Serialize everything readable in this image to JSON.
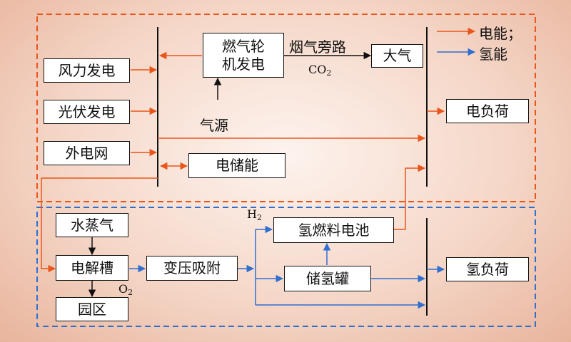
{
  "boxes": {
    "wind": "风力发电",
    "solar": "光伏发电",
    "grid": "外电网",
    "gas_turbine_line1": "燃气轮",
    "gas_turbine_line2": "机发电",
    "atmosphere": "大气",
    "storage": "电储能",
    "elec_load": "电负荷",
    "steam": "水蒸气",
    "electrolyzer": "电解槽",
    "park": "园区",
    "psa": "变压吸附",
    "fuel_cell": "氢燃料电池",
    "h2_tank": "储氢罐",
    "h2_load": "氢负荷"
  },
  "labels": {
    "flue_bypass": "烟气旁路",
    "co2_main": "CO",
    "co2_sub": "2",
    "gas_source": "气源",
    "h2_main": "H",
    "h2_sub": "2",
    "o2_main": "O",
    "o2_sub": "2"
  },
  "legend": {
    "electric": "电能；",
    "hydrogen": "氢能"
  },
  "colors": {
    "electric": "#e8561b",
    "hydrogen": "#2f6fd0",
    "black": "#111111"
  }
}
